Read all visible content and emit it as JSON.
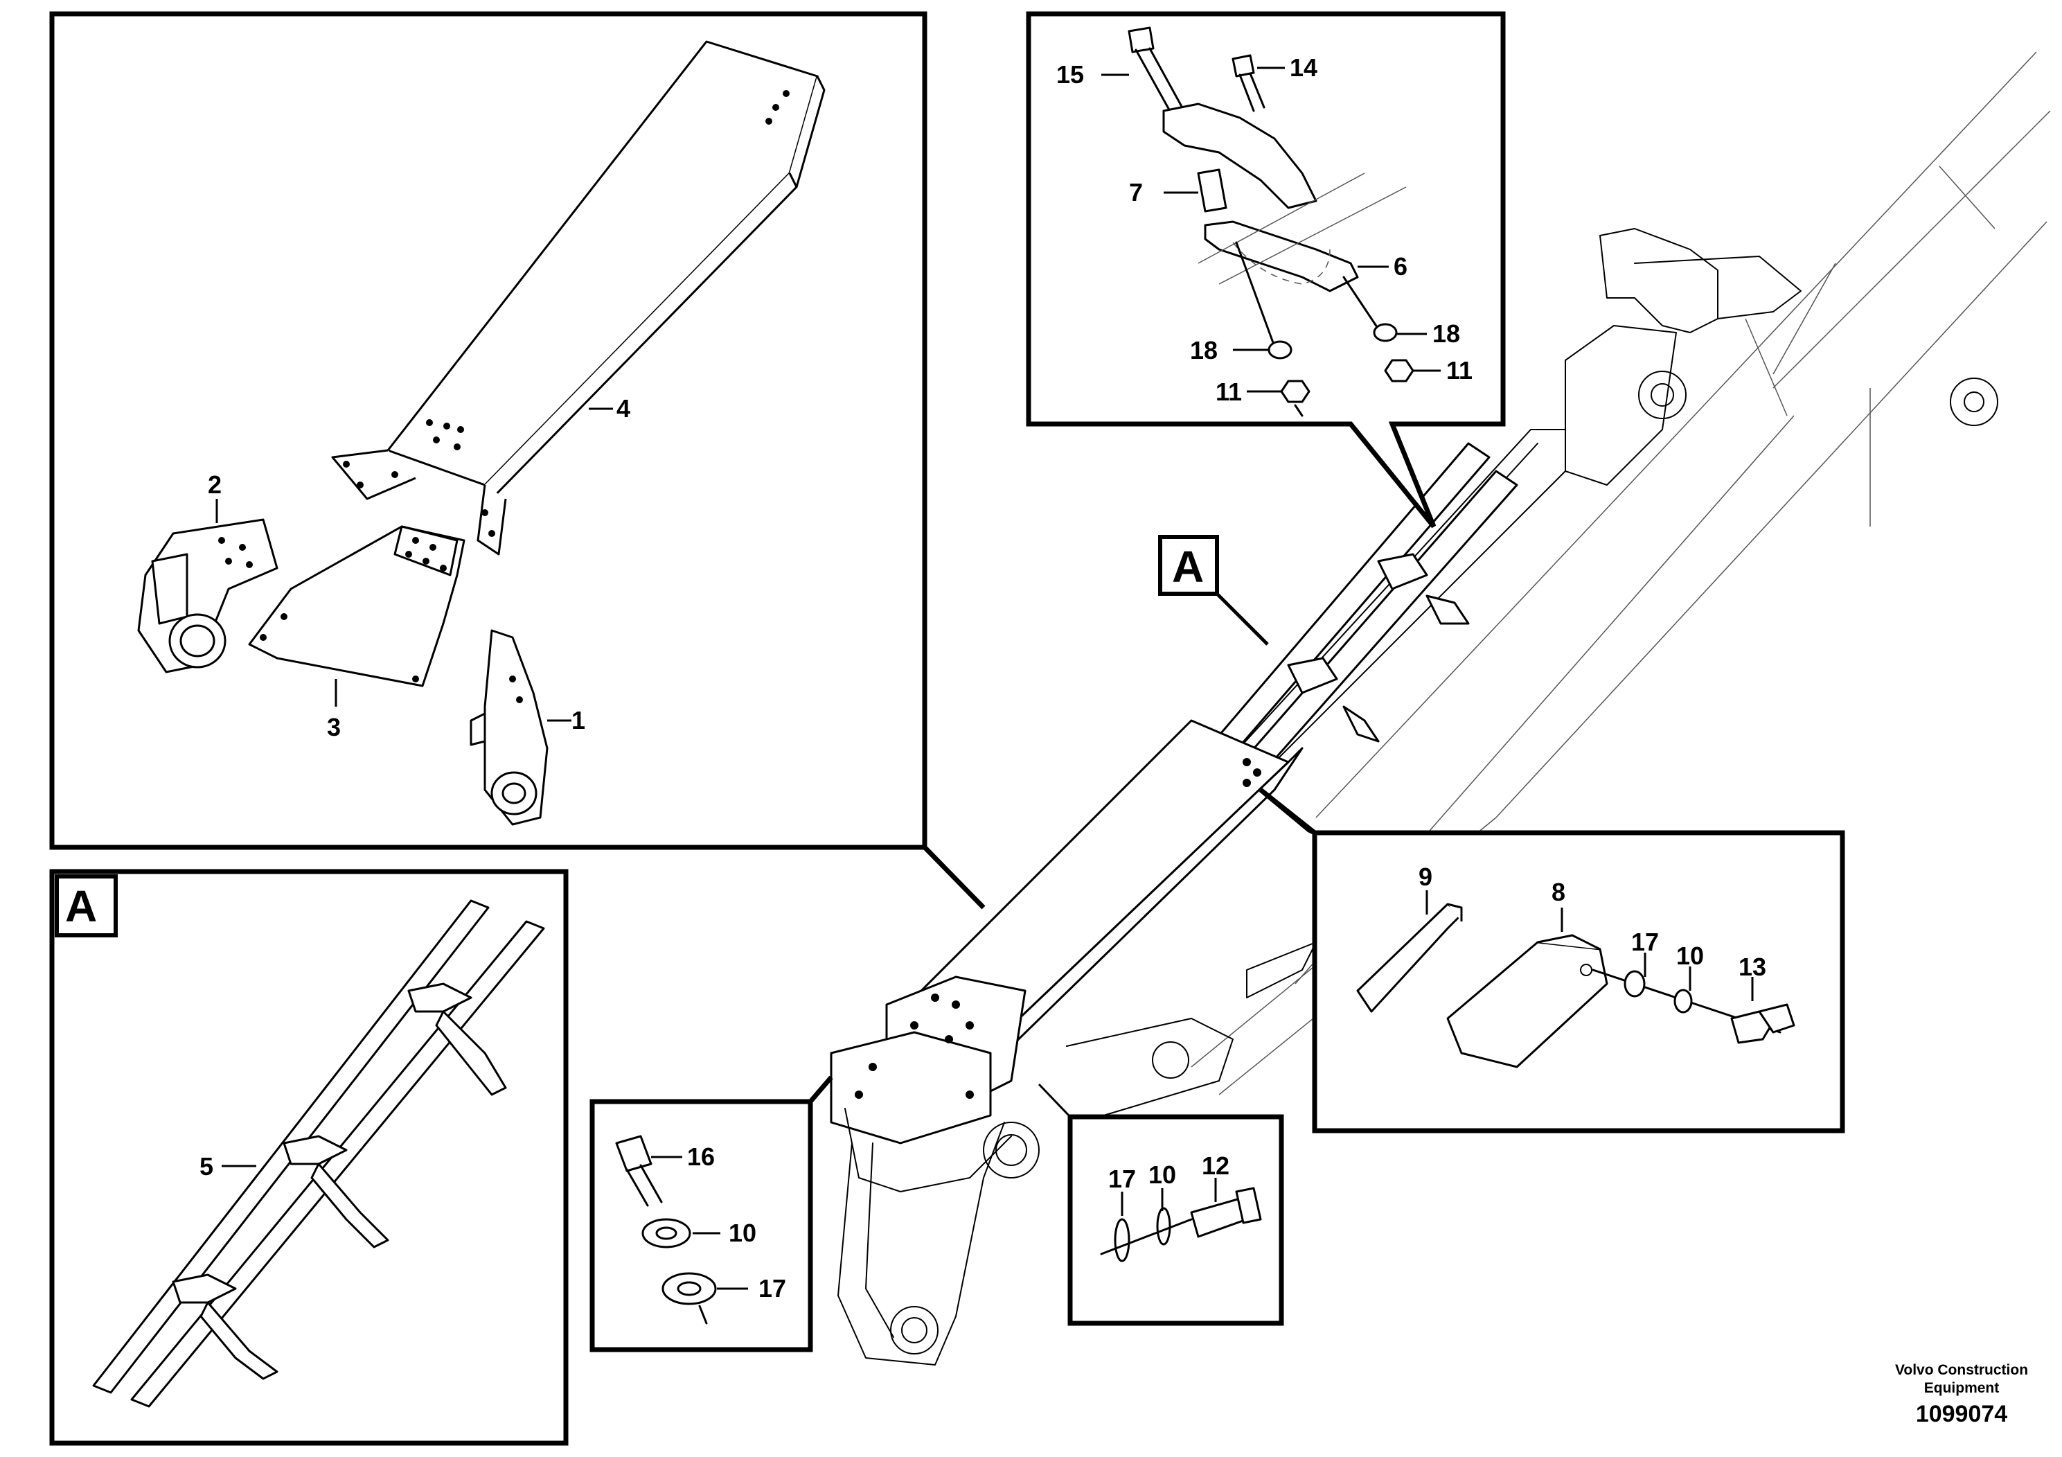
{
  "callouts": {
    "p1": "1",
    "p2": "2",
    "p3": "3",
    "p4": "4",
    "p5": "5",
    "p6": "6",
    "p7": "7",
    "p8": "8",
    "p9": "9",
    "p10_a": "10",
    "p10_b": "10",
    "p10_c": "10",
    "p11_a": "11",
    "p11_b": "11",
    "p12": "12",
    "p13": "13",
    "p14": "14",
    "p15": "15",
    "p16": "16",
    "p17_a": "17",
    "p17_b": "17",
    "p17_c": "17",
    "p18_a": "18",
    "p18_b": "18"
  },
  "view_marker": {
    "main": "A",
    "inset": "A"
  },
  "footer": {
    "company_line1": "Volvo Construction",
    "company_line2": "Equipment",
    "part_number": "1099074"
  }
}
